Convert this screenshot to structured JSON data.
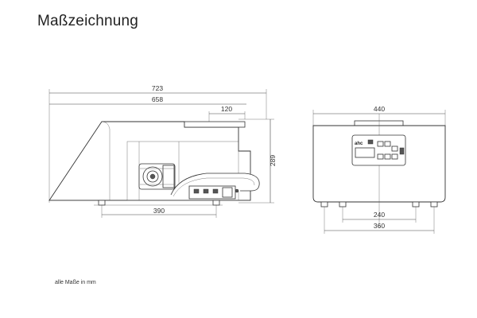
{
  "title": "Maßzeichnung",
  "footnote": "alle Maße in mm",
  "side_view": {
    "dim_overall": "723",
    "dim_body": "658",
    "dim_top": "120",
    "dim_height": "289",
    "dim_feet": "390"
  },
  "front_view": {
    "dim_width": "440",
    "dim_feet_inner": "240",
    "dim_feet_outer": "360",
    "panel_logo": "ahc"
  }
}
